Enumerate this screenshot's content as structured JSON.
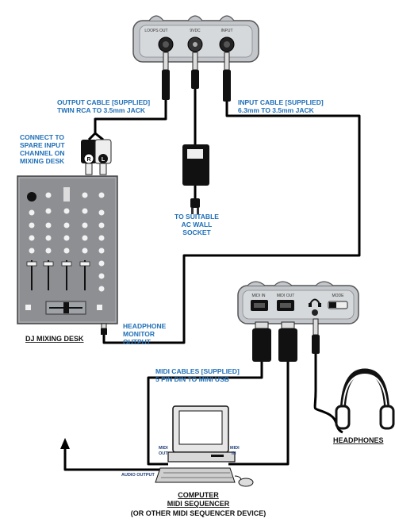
{
  "looper": {
    "port_loops_out": "LOOPS OUT",
    "port_9vdc": "9VDC",
    "port_input": "INPUT"
  },
  "labels": {
    "output_cable_1": "OUTPUT CABLE [SUPPLIED]",
    "output_cable_2": "TWIN RCA TO 3.5mm JACK",
    "input_cable_1": "INPUT CABLE [SUPPLIED]",
    "input_cable_2": "6.3mm TO 3.5mm JACK",
    "connect_1": "CONNECT TO",
    "connect_2": "SPARE INPUT",
    "connect_3": "CHANNEL ON",
    "connect_4": "MIXING DESK",
    "rca_r": "R",
    "rca_l": "L",
    "ac_1": "TO SUITABLE",
    "ac_2": "AC WALL",
    "ac_3": "SOCKET",
    "hp_out_1": "HEADPHONE",
    "hp_out_2": "MONITOR",
    "hp_out_3": "OUTPUT",
    "dj_mixing_desk": "DJ MIXING DESK",
    "midi_cables_1": "MIDI CABLES [SUPPLIED]",
    "midi_cables_2": "5 PIN DIN TO MINI USB",
    "headphones": "HEADPHONES",
    "midi_out": "MIDI\nOUT",
    "midi_in": "MIDI\nIN",
    "audio_output": "AUDIO OUTPUT",
    "computer_1": "COMPUTER",
    "computer_2": "MIDI SEQUENCER",
    "computer_3": "(OR OTHER MIDI SEQUENCER DEVICE)"
  },
  "midi_box": {
    "port_midi_in": "MIDI IN",
    "port_midi_out": "MIDI OUT",
    "port_mode": "MODE"
  },
  "colors": {
    "label_blue": "#1f6fb8",
    "label_black": "#111111",
    "device_grey": "#b9bcc0",
    "mixer_grey": "#8d8f93"
  }
}
